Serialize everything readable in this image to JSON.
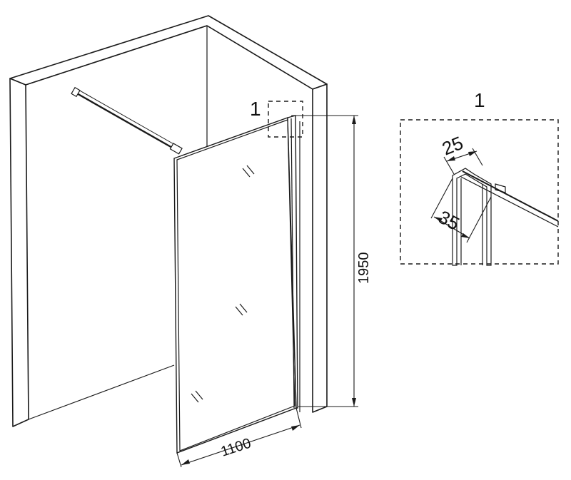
{
  "callout": {
    "marker": "1",
    "detail_title": "1"
  },
  "dimensions": {
    "height": "1950",
    "width": "1100",
    "profile_width": "25",
    "profile_depth": "35"
  }
}
